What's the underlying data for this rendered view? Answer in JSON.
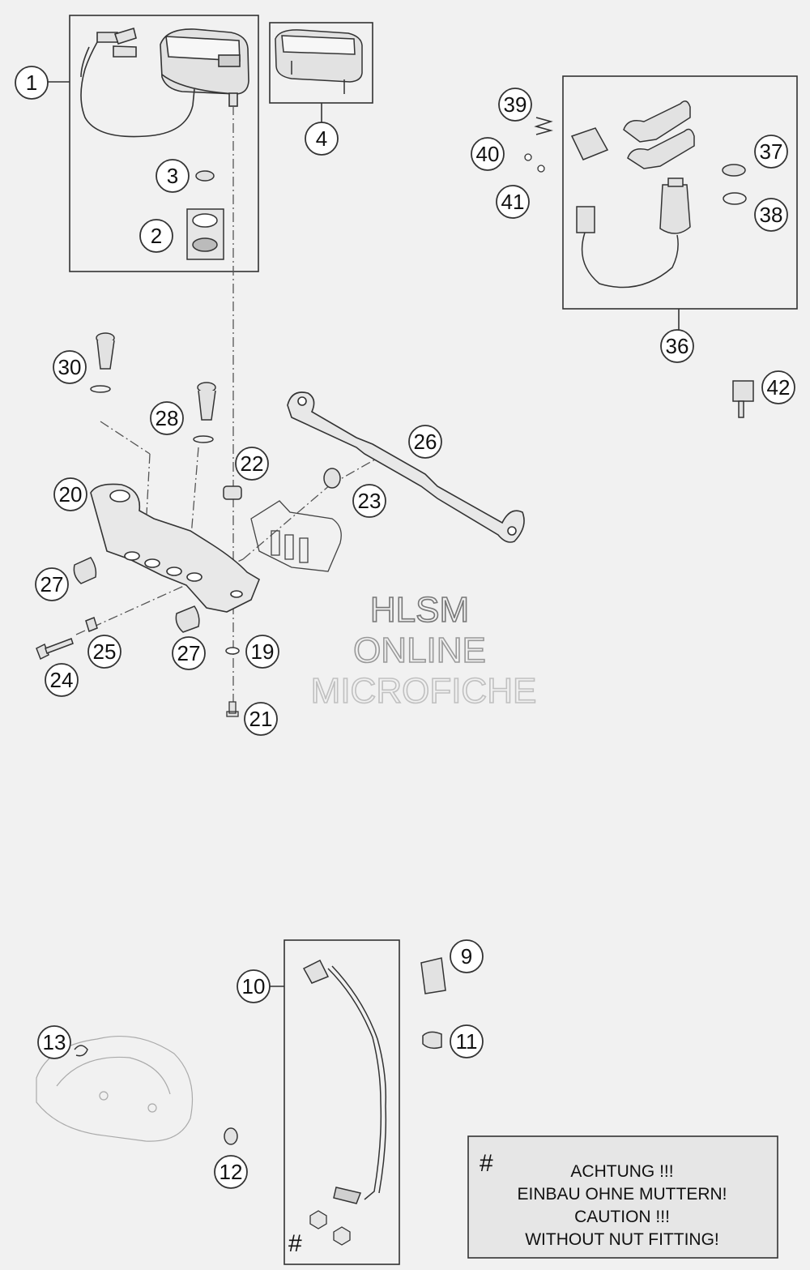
{
  "callouts": [
    {
      "id": "1",
      "label": "1"
    },
    {
      "id": "2",
      "label": "2"
    },
    {
      "id": "3",
      "label": "3"
    },
    {
      "id": "4",
      "label": "4"
    },
    {
      "id": "9",
      "label": "9"
    },
    {
      "id": "10",
      "label": "10"
    },
    {
      "id": "11",
      "label": "11"
    },
    {
      "id": "12",
      "label": "12"
    },
    {
      "id": "13",
      "label": "13"
    },
    {
      "id": "19",
      "label": "19"
    },
    {
      "id": "20",
      "label": "20"
    },
    {
      "id": "21",
      "label": "21"
    },
    {
      "id": "22",
      "label": "22"
    },
    {
      "id": "23",
      "label": "23"
    },
    {
      "id": "24",
      "label": "24"
    },
    {
      "id": "25",
      "label": "25"
    },
    {
      "id": "26",
      "label": "26"
    },
    {
      "id": "27a",
      "label": "27"
    },
    {
      "id": "27b",
      "label": "27"
    },
    {
      "id": "28",
      "label": "28"
    },
    {
      "id": "30",
      "label": "30"
    },
    {
      "id": "36",
      "label": "36"
    },
    {
      "id": "37",
      "label": "37"
    },
    {
      "id": "38",
      "label": "38"
    },
    {
      "id": "39",
      "label": "39"
    },
    {
      "id": "40",
      "label": "40"
    },
    {
      "id": "41",
      "label": "41"
    },
    {
      "id": "42",
      "label": "42"
    }
  ],
  "watermark": {
    "line1": "HLSM",
    "line2": "ONLINE",
    "line3": "MICROFICHE"
  },
  "note": {
    "symbol": "#",
    "lines": [
      "ACHTUNG !!!",
      "EINBAU OHNE MUTTERN!",
      "CAUTION !!!",
      "WITHOUT NUT FITTING!"
    ]
  },
  "sensor_hash": "#",
  "colors": {
    "background": "#f1f1f1",
    "line": "#333333",
    "part_fill": "#e2e2e2",
    "note_fill": "#e6e6e6"
  }
}
